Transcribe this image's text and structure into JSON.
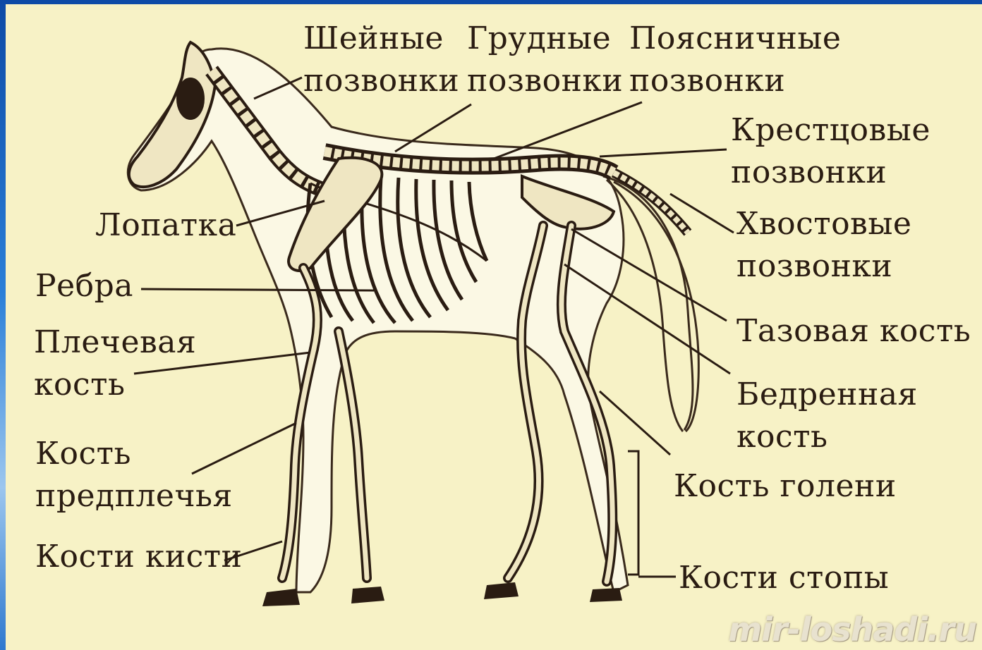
{
  "labels": {
    "cervical": [
      "Шейные",
      "позвонки"
    ],
    "thoracic": [
      "Грудные",
      "позвонки"
    ],
    "lumbar": [
      "Поясничные",
      "позвонки"
    ],
    "sacral": [
      "Крестцовые",
      "позвонки"
    ],
    "caudal": [
      "Хвостовые",
      "позвонки"
    ],
    "scapula": "Лопатка",
    "ribs": "Ребра",
    "humerus": [
      "Плечевая",
      "кость"
    ],
    "forearm": [
      "Кость",
      "предплечья"
    ],
    "hand": "Кости кисти",
    "pelvis": "Тазовая кость",
    "femur": [
      "Бедренная",
      "кость"
    ],
    "shin": "Кость голени",
    "foot": "Кости стопы"
  },
  "watermark": "mir-loshadi.ru",
  "colors": {
    "panel": "#f7f2c6",
    "bone": "#efe6c2",
    "ink": "#2a1c12",
    "body_fill": "#fbf8e4"
  }
}
